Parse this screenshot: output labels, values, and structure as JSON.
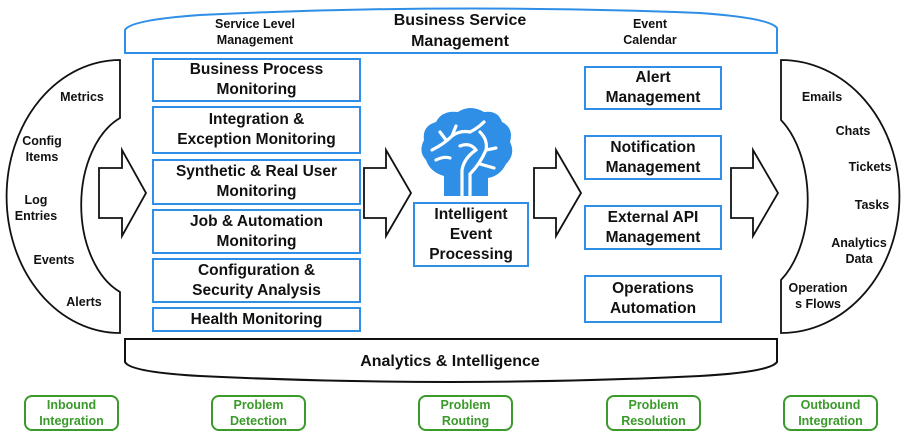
{
  "colors": {
    "box_border": "#2f8fe6",
    "brain": "#2f8fe6",
    "stage_green": "#3a9a2a",
    "outline": "#111111"
  },
  "top_band": {
    "left_label": "Service Level\nManagement",
    "center_label": "Business Service\nManagement",
    "right_label": "Event\nCalendar"
  },
  "inputs": {
    "items": [
      "Metrics",
      "Config\nItems",
      "Log\nEntries",
      "Events",
      "Alerts"
    ]
  },
  "detection": {
    "items": [
      "Business Process\nMonitoring",
      "Integration &\nException Monitoring",
      "Synthetic & Real    User\nMonitoring",
      "Job & Automation\nMonitoring",
      "Configuration &\nSecurity Analysis",
      "Health Monitoring"
    ]
  },
  "core": {
    "icon": "brain-icon",
    "label": "Intelligent\nEvent\nProcessing"
  },
  "resolution": {
    "items": [
      "Alert\nManagement",
      "Notification\nManagement",
      "External API\nManagement",
      "Operations\nAutomation"
    ]
  },
  "outputs": {
    "items": [
      "Emails",
      "Chats",
      "Tickets",
      "Tasks",
      "Analytics\nData",
      "Operation\ns Flows"
    ]
  },
  "bottom_band": {
    "label": "Analytics & Intelligence"
  },
  "stages": [
    "Inbound\nIntegration",
    "Problem\nDetection",
    "Problem\nRouting",
    "Problem\nResolution",
    "Outbound\nIntegration"
  ]
}
